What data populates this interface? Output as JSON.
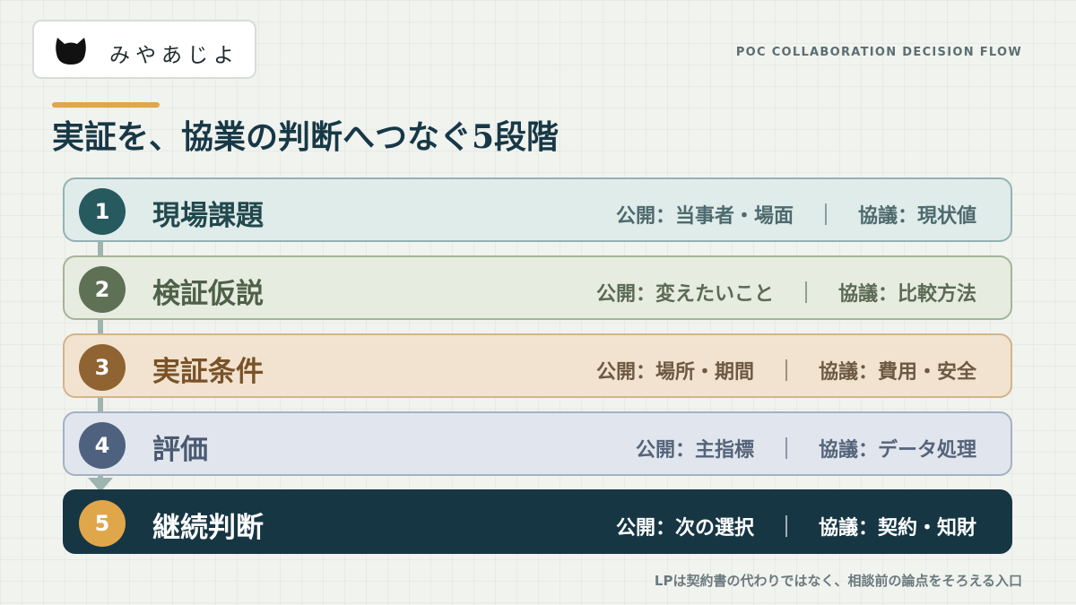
{
  "brand": {
    "name": "みやあじよ",
    "icon": "cat-icon"
  },
  "header": {
    "flow_label": "POC COLLABORATION DECISION FLOW",
    "title": "実証を、協業の判断へつなぐ5段階"
  },
  "steps": [
    {
      "number": "1",
      "name": "現場課題",
      "public": "公開：当事者・場面",
      "negotiation": "協議：現状値",
      "colors": {
        "bg": "#dfecea",
        "border": "#93b3b2",
        "circle": "#265a5f",
        "name": "#21484d",
        "info": "#4e6a6e"
      }
    },
    {
      "number": "2",
      "name": "検証仮説",
      "public": "公開：変えたいこと",
      "negotiation": "協議：比較方法",
      "colors": {
        "bg": "#e6ecdf",
        "border": "#a6b498",
        "circle": "#5f7155",
        "name": "#4f6048",
        "info": "#5c6a55"
      }
    },
    {
      "number": "3",
      "name": "実証条件",
      "public": "公開：場所・期間",
      "negotiation": "協議：費用・安全",
      "colors": {
        "bg": "#f1e3cf",
        "border": "#d3b48c",
        "circle": "#8f6332",
        "name": "#7a5228",
        "info": "#6d5a44"
      }
    },
    {
      "number": "4",
      "name": "評価",
      "public": "公開：主指標",
      "negotiation": "協議：データ処理",
      "colors": {
        "bg": "#e1e6ee",
        "border": "#a3b1c3",
        "circle": "#4e6280",
        "name": "#4a5a72",
        "info": "#55647a"
      }
    },
    {
      "number": "5",
      "name": "継続判断",
      "public": "公開：次の選択",
      "negotiation": "協議：契約・知財",
      "colors": {
        "bg": "#173644",
        "border": "#173644",
        "circle": "#e0a64a",
        "name": "#ffffff",
        "info": "#ffffff"
      }
    }
  ],
  "footer": {
    "note": "LPは契約書の代わりではなく、相談前の論点をそろえる入口"
  },
  "accent_color": "#e0a64a"
}
